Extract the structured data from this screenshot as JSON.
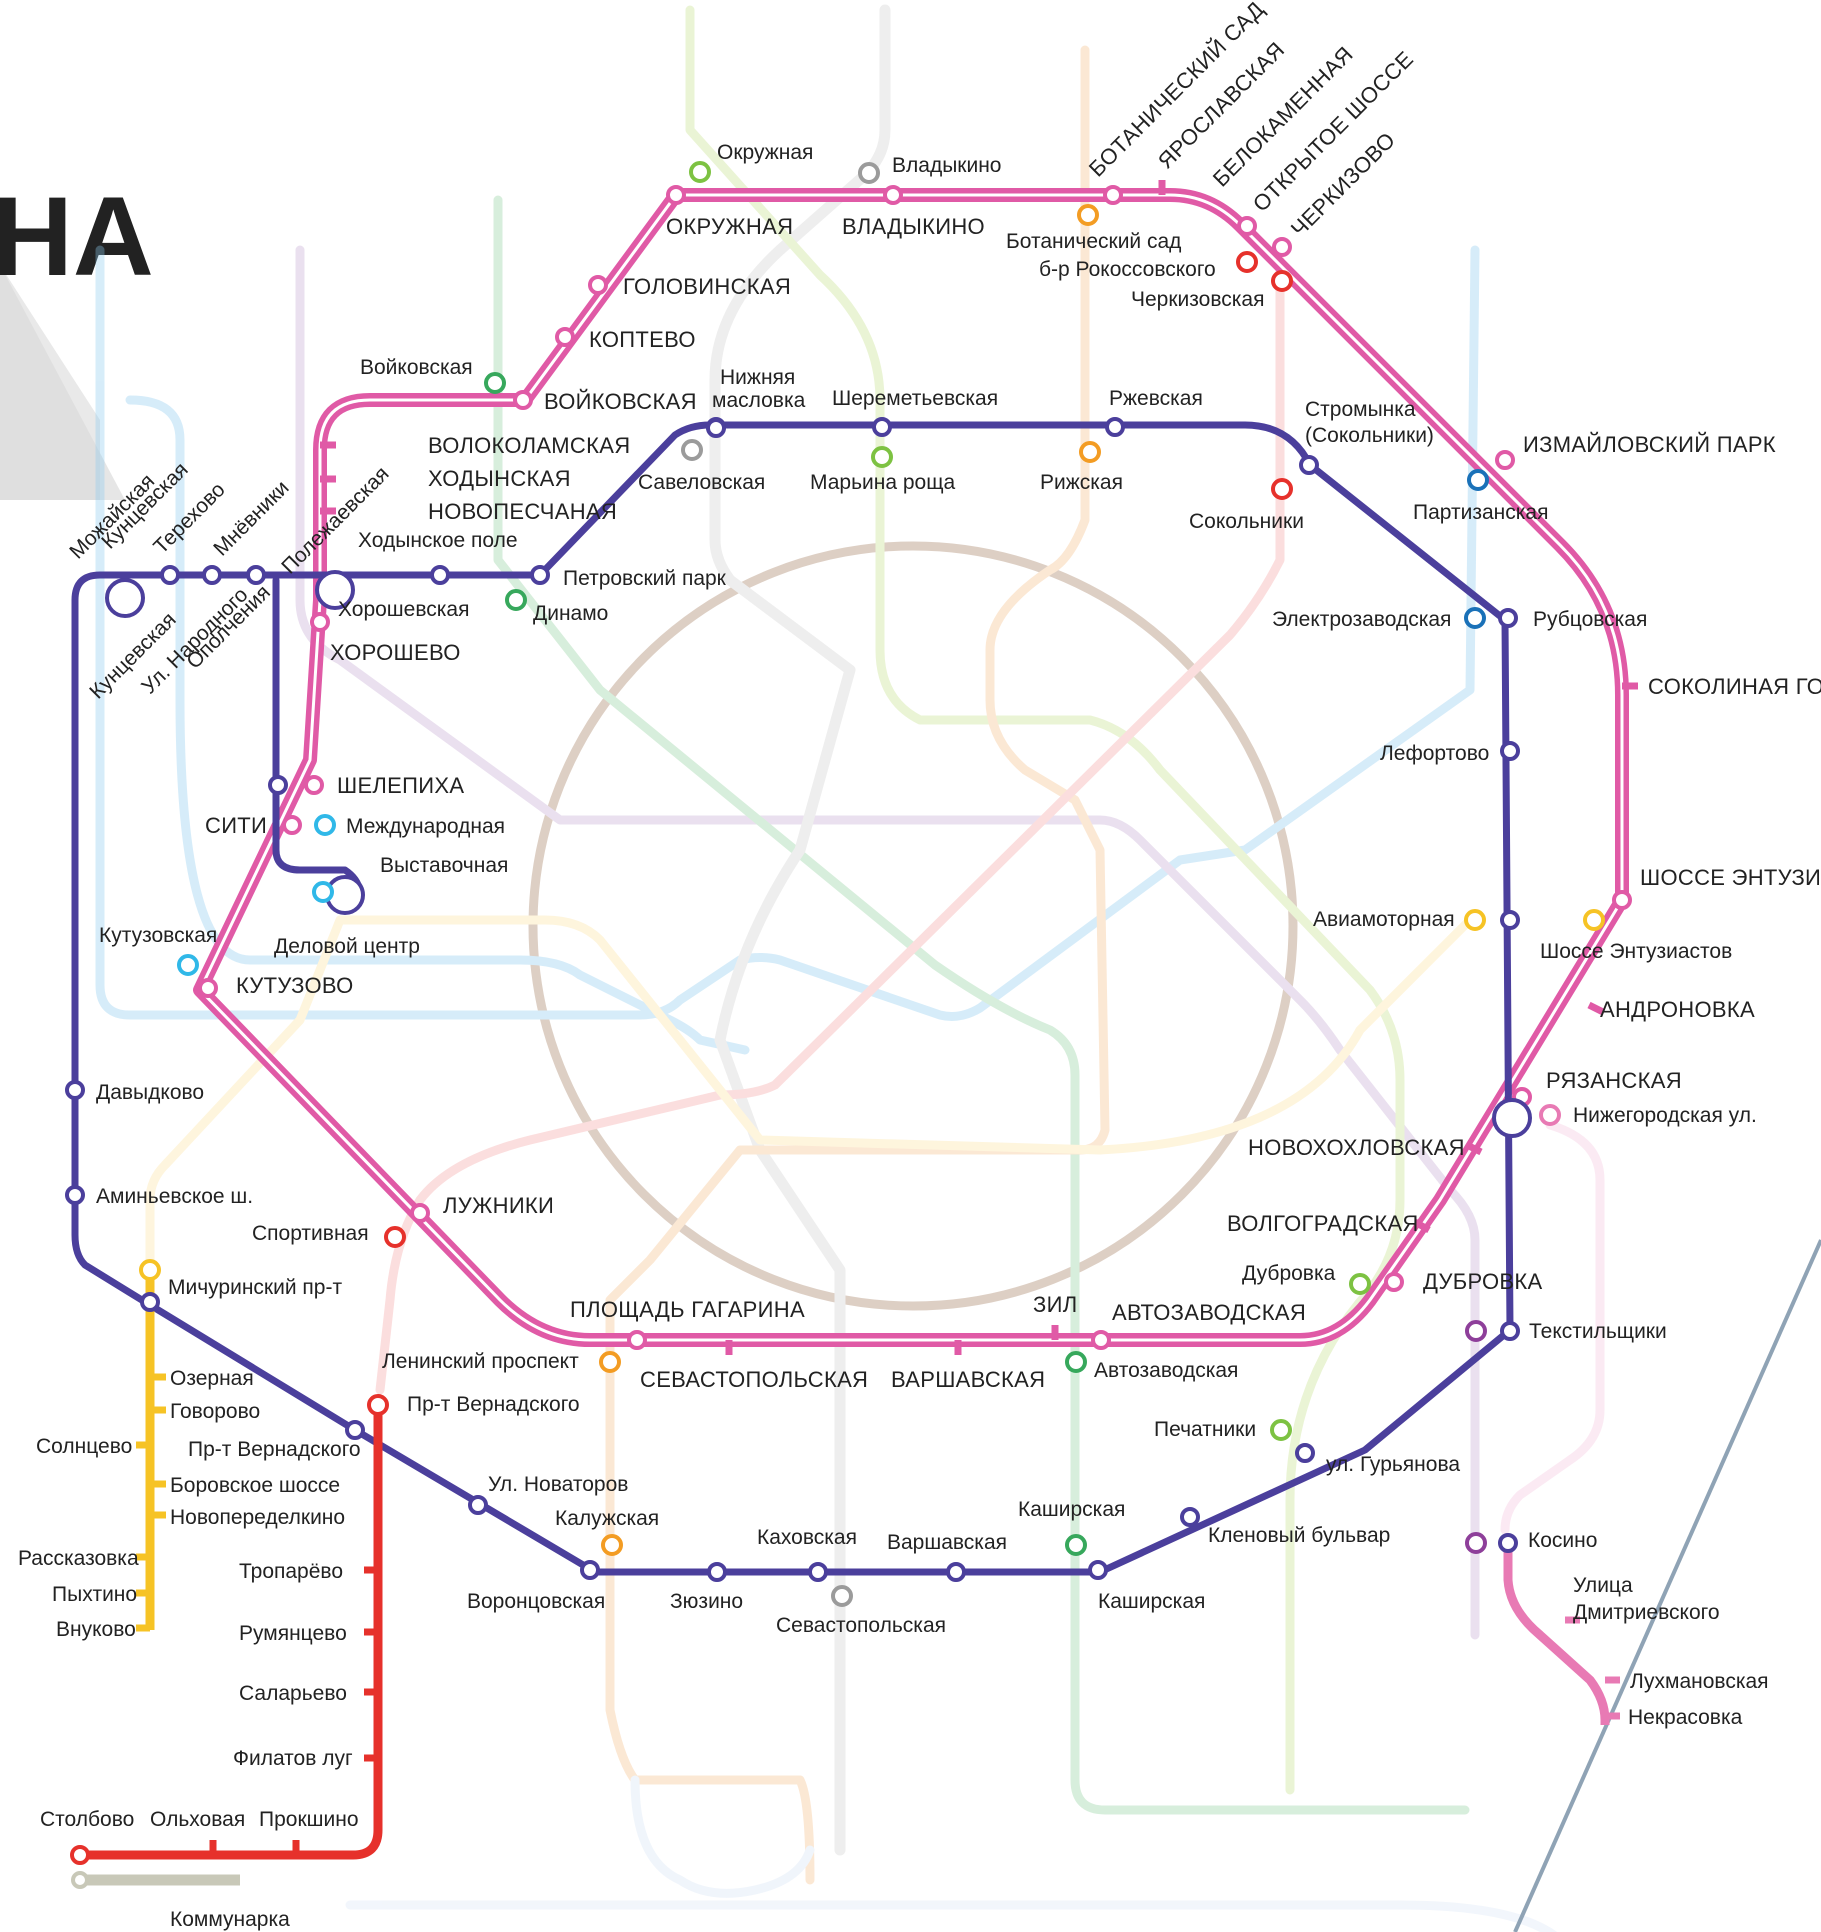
{
  "header": {
    "title_fragment": "НА"
  },
  "colors": {
    "mcc": "#e05aa6",
    "bkl": "#4b3f9c",
    "solntsevskaya": "#f6c325",
    "sokolnicheskaya": "#e6312b",
    "lyublinskaya": "#7dc242",
    "tagansko_krasnopresnenskaya": "#8e3f9a",
    "nekrasovskaya": "#e87ab4",
    "arbatsko_pokrovskaya": "#1a71b8",
    "filyovskaya": "#30b8e8",
    "kaluzhsko_rizhskaya": "#f39c23",
    "zamoskvoretskaya": "#37a85c",
    "serpukhovskaya": "#9b9b9b",
    "kommunarka": "#c8c8b8",
    "d_lines": "#8fa3b5"
  },
  "labels": {
    "okruzhnaya_s": "Окружная",
    "vladykino_s": "Владыкино",
    "botanicheskiy_sad_up": "БОТАНИЧЕСКИЙ САД",
    "yaroslavskaya_up": "ЯРОСЛАВСКАЯ",
    "belokamennaya_up": "БЕЛОКАМЕННАЯ",
    "otkrytoe_shosse_up": "ОТКРЫТОЕ ШОССЕ",
    "cherkizovo_up": "ЧЕРКИЗОВО",
    "okruzhnaya_up": "ОКРУЖНАЯ",
    "vladykino_up": "ВЛАДЫКИНО",
    "botanicheskiy_sad_s": "Ботанический сад",
    "b_r_rokossovskogo": "б-р Рокоссовского",
    "cherkizovskaya": "Черкизовская",
    "golovinskaya_up": "ГОЛОВИНСКАЯ",
    "koptevo_up": "КОПТЕВО",
    "voykovskaya_s": "Войковская",
    "voykovskaya_up": "ВОЙКОВСКАЯ",
    "nizhnyaya_maslovka": "Нижняя масловка",
    "nizhnyaya_line1": "Нижняя",
    "nizhnyaya_line2": "масловка",
    "sheremetyevskaya": "Шереметьевская",
    "rzhevskaya": "Ржевская",
    "stromynka_line1": "Стромынка",
    "stromynka_line2": "(Сокольники)",
    "izmaylovskiy_park_up": "ИЗМАЙЛОВСКИЙ ПАРК",
    "volokolamskaya_up": "ВОЛОКОЛАМСКАЯ",
    "khodynskaya_up": "ХОДЫНСКАЯ",
    "novopeschanaya_up": "НОВОПЕСЧАНАЯ",
    "savelovskaya": "Савеловская",
    "maryina_roshcha": "Марьина роща",
    "rizhskaya": "Рижская",
    "sokolniki": "Сокольники",
    "partizanskaya": "Партизанская",
    "mozhayskaya": "Можайская",
    "kuntsevskaya_top": "Кунцевская",
    "terekhovo": "Терехово",
    "mnyovniki": "Мнёвники",
    "polezhaevskaya": "Полежаевская",
    "khodynskoe_pole": "Ходынское поле",
    "petrovskiy_park": "Петровский парк",
    "dinamo": "Динамо",
    "khoroshevskaya": "Хорошевская",
    "khoroshevo_up": "ХОРОШЕВО",
    "kuntsevskaya_bottom": "Кунцевская",
    "ul_narodnogo_line1": "Ул. Народного",
    "ul_narodnogo_line2": "Ополчения",
    "elektrozavodskaya": "Электрозаводская",
    "rubtsovskaya": "Рубцовская",
    "sokolinaya_gora_up": "СОКОЛИНАЯ ГОРА",
    "lefortovo": "Лефортово",
    "shelepikha_up": "ШЕЛЕПИХА",
    "siti_up": "СИТИ",
    "mezhdunarodnaya": "Международная",
    "vystavochnaya": "Выставочная",
    "delovoy_tsentr": "Деловой центр",
    "kutuzovskaya": "Кутузовская",
    "kutuzovo_up": "КУТУЗОВО",
    "shosse_entuziastov_up": "ШОССЕ ЭНТУЗИАСТОВ",
    "aviamotornaya": "Авиамоторная",
    "shosse_entuziastov_s": "Шоссе Энтузиастов",
    "andronovka_up": "АНДРОНОВКА",
    "davydkovo": "Давыдково",
    "ryazanskaya_up": "РЯЗАНСКАЯ",
    "nizhegorodskaya": "Нижегородская ул.",
    "novokhokhlovskaya_up": "НОВОХОХЛОВСКАЯ",
    "aminyevskoe": "Аминьевское ш.",
    "luzhniki_up": "ЛУЖНИКИ",
    "sportivnaya": "Спортивная",
    "volgogradskaya_up": "ВОЛГОГРАДСКАЯ",
    "dubrovka_s": "Дубровка",
    "dubrovka_up": "ДУБРОВКА",
    "michurinskiy": "Мичуринский пр-т",
    "ploshchad_gagarina_up": "ПЛОЩАДЬ ГАГАРИНА",
    "zil_up": "ЗИЛ",
    "avtozavodskaya_up": "АВТОЗАВОДСКАЯ",
    "tekstilshchiki": "Текстильщики",
    "ozernaya": "Озерная",
    "leninskiy_prospekt": "Ленинский проспект",
    "sevastopolskaya_up": "СЕВАСТОПОЛЬСКАЯ",
    "varshavskaya_up": "ВАРШАВСКАЯ",
    "avtozavodskaya_s": "Автозаводская",
    "govorovo": "Говорово",
    "solntsevo": "Солнцево",
    "pr_vernadskogo_red": "Пр-т Вернадского",
    "pr_vernadskogo_y": "Пр-т Вернадского",
    "pechatniki": "Печатники",
    "ul_guryanova": "ул. Гурьянова",
    "borovskoe": "Боровское шоссе",
    "ul_novatorov": "Ул. Новаторов",
    "novoperedelkino": "Новопеределкино",
    "kaluzhskaya": "Калужская",
    "kashirskaya_top": "Каширская",
    "kakhovskaya": "Каховская",
    "varshavskaya_s": "Варшавская",
    "klenovyy": "Кленовый бульвар",
    "kosino": "Косино",
    "rasskazovka": "Рассказовка",
    "troparyovo": "Тропарёво",
    "pykhtino": "Пыхтино",
    "ulitsa_line1": "Улица",
    "ulitsa_line2": "Дмитриевского",
    "vnukovo": "Внуково",
    "vorontsovskaya": "Воронцовская",
    "zyuzino": "Зюзино",
    "kashirskaya_bottom": "Каширская",
    "sevastopolskaya_s": "Севастопольская",
    "rumyantsevo": "Румянцево",
    "lukhmanovskaya": "Лухмановская",
    "nekrasovka": "Некрасовка",
    "salaryevo": "Саларьево",
    "filatov_lug": "Филатов луг",
    "stolbovo": "Столбово",
    "olkhovaya": "Ольховая",
    "prokshino": "Прокшино",
    "kommunarka": "Коммунарка"
  }
}
